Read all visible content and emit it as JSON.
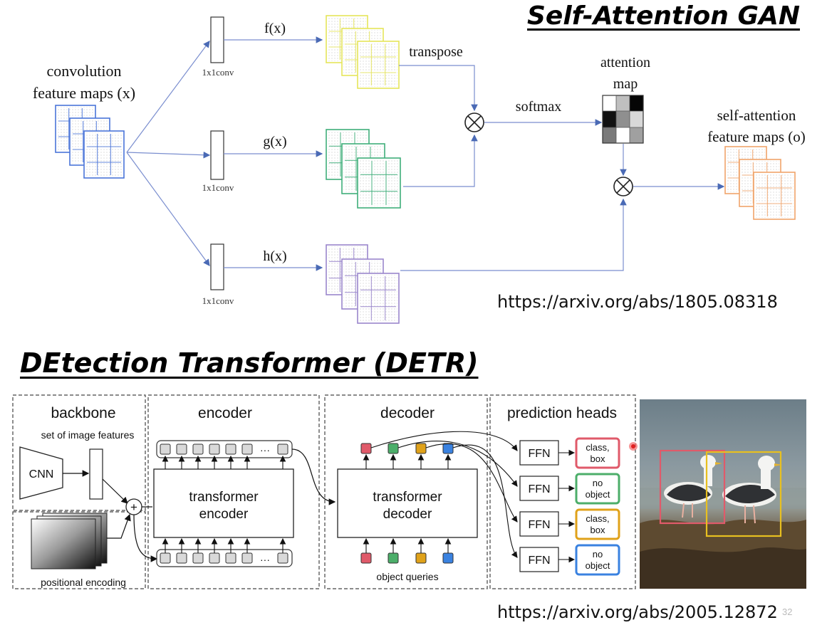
{
  "sagan": {
    "title": "Self-Attention GAN",
    "input_label_1": "convolution",
    "input_label_2": "feature maps (x)",
    "conv_label": "1x1conv",
    "f_label": "f(x)",
    "g_label": "g(x)",
    "h_label": "h(x)",
    "transpose_label": "transpose",
    "softmax_label": "softmax",
    "attention_label_1": "attention",
    "attention_label_2": "map",
    "output_label_1": "self-attention",
    "output_label_2": "feature maps (o)",
    "url": "https://arxiv.org/abs/1805.08318",
    "colors": {
      "x": "#4a74d8",
      "f": "#e5e45a",
      "g": "#3fae7a",
      "h": "#9a86cc",
      "o": "#f0a46a"
    }
  },
  "detr": {
    "title": "DEtection Transformer (DETR)",
    "backbone_label": "backbone",
    "image_features_label": "set of image features",
    "cnn_label": "CNN",
    "positional_label": "positional encoding",
    "encoder_label": "encoder",
    "encoder_block_1": "transformer",
    "encoder_block_2": "encoder",
    "decoder_label": "decoder",
    "decoder_block_1": "transformer",
    "decoder_block_2": "decoder",
    "object_queries_label": "object queries",
    "heads_label": "prediction heads",
    "ffn_label": "FFN",
    "ellipsis": "···",
    "plus": "+",
    "outputs": [
      {
        "line1": "class,",
        "line2": "box",
        "color": "#e05a6a"
      },
      {
        "line1": "no",
        "line2": "object",
        "color": "#4cae6a"
      },
      {
        "line1": "class,",
        "line2": "box",
        "color": "#e0a21a"
      },
      {
        "line1": "no",
        "line2": "object",
        "color": "#3a82e0"
      }
    ],
    "url": "https://arxiv.org/abs/2005.12872",
    "slide_number": "32"
  }
}
